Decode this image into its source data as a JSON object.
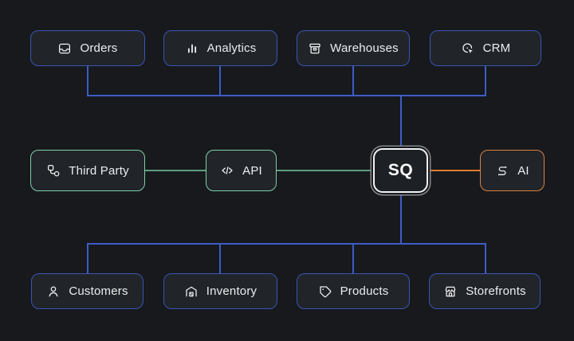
{
  "diagram": {
    "hub": {
      "label": "SQ"
    },
    "top_row": [
      {
        "label": "Orders",
        "icon": "inbox-icon"
      },
      {
        "label": "Analytics",
        "icon": "bar-chart-icon"
      },
      {
        "label": "Warehouses",
        "icon": "archive-box-icon"
      },
      {
        "label": "CRM",
        "icon": "target-cursor-icon"
      }
    ],
    "middle_row": [
      {
        "label": "Third Party",
        "icon": "workflow-nodes-icon"
      },
      {
        "label": "API",
        "icon": "code-brackets-icon"
      },
      {
        "label": "AI",
        "icon": "squiggle-route-icon"
      }
    ],
    "bottom_row": [
      {
        "label": "Customers",
        "icon": "person-icon"
      },
      {
        "label": "Inventory",
        "icon": "warehouse-icon"
      },
      {
        "label": "Products",
        "icon": "tag-icon"
      },
      {
        "label": "Storefronts",
        "icon": "storefront-icon"
      }
    ],
    "colors": {
      "background": "#17191d",
      "node_fill": "#212429",
      "blue": "#3e5cc7",
      "green": "#7fcfa6",
      "orange": "#e2792e",
      "hub_border": "#f2f3f5"
    }
  }
}
